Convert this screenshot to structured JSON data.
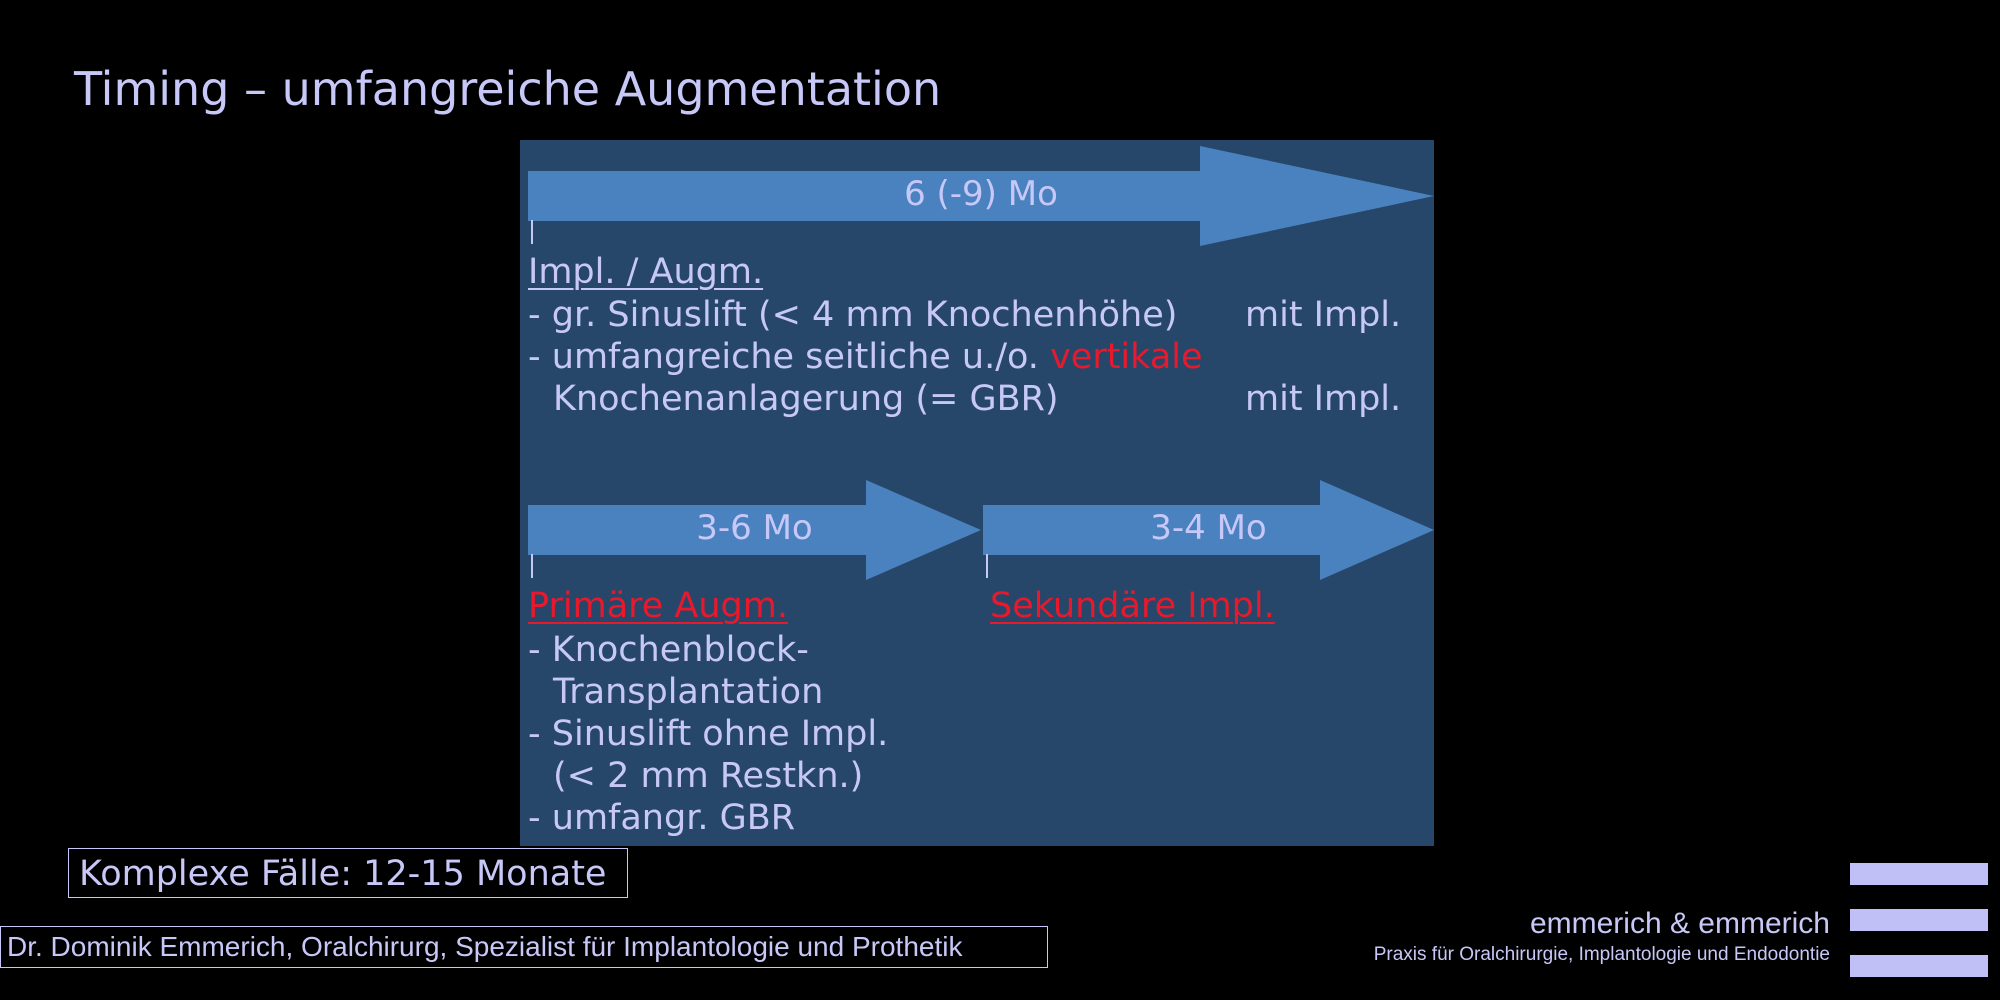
{
  "slide": {
    "title": "Timing – umfangreiche Augmentation"
  },
  "top_section": {
    "arrow_label": "6 (-9) Mo",
    "heading": "Impl. / Augm.",
    "line1_left": "- gr. Sinuslift (< 4 mm Knochenhöhe)",
    "line1_right": "mit Impl.",
    "line2_a": "- umfangreiche seitliche u./o.",
    "line2_red": "vertikale",
    "line3_left": "Knochenanlagerung (= GBR)",
    "line3_right": "mit Impl."
  },
  "bottom_left": {
    "arrow_label": "3-6 Mo",
    "heading": "Primäre Augm.",
    "items": [
      "- Knochenblock-",
      "Transplantation",
      "- Sinuslift ohne Impl.",
      "(< 2 mm Restkn.)",
      "- umfangr. GBR"
    ]
  },
  "bottom_right": {
    "arrow_label": "3-4 Mo",
    "heading": "Sekundäre Impl."
  },
  "summary_box": "Komplexe Fälle: 12-15 Monate",
  "footer": {
    "author": "Dr. Dominik Emmerich, Oralchirurg, Spezialist für Implantologie und Prothetik",
    "brand_name": "emmerich & emmerich",
    "brand_tagline": "Praxis für Oralchirurgie, Implantologie und Endodontie"
  },
  "colors": {
    "background": "#000000",
    "panel": "#264769",
    "arrow": "#4a82c0",
    "text": "#c8c8f8",
    "accent_red": "#e8192c"
  }
}
